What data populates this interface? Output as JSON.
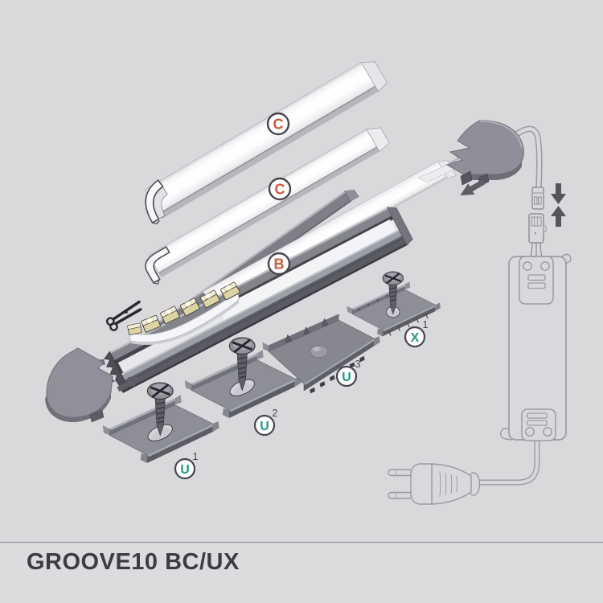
{
  "page": {
    "background": "#d9d9dc",
    "footer_background": "#dcdcdf"
  },
  "footer": {
    "title": "GROOVE10 BC/UX"
  },
  "palette": {
    "accent_orange": "#cf5a3d",
    "accent_teal": "#23998a",
    "label_outline": "#46464c",
    "metal_gray": "#8e8e96",
    "outline_gray": "#9a9aa2",
    "dark_gray": "#3f3f45"
  },
  "labels": {
    "cover_round": {
      "letter": "C"
    },
    "cover_flat": {
      "letter": "C"
    },
    "diffuser": {
      "letter": "B"
    },
    "bracket_u1": {
      "letter": "U",
      "sup": "1"
    },
    "bracket_u2": {
      "letter": "U",
      "sup": "2"
    },
    "bracket_u3": {
      "letter": "U",
      "sup": "3"
    },
    "bracket_x1": {
      "letter": "X",
      "sup": "1"
    }
  }
}
